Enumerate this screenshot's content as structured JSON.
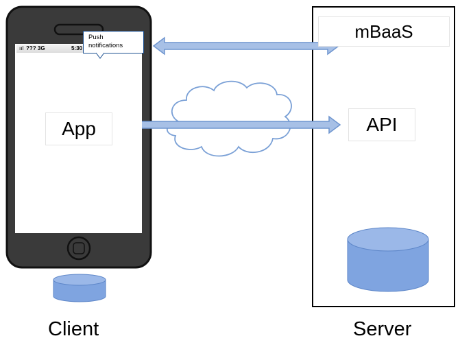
{
  "phone": {
    "status_signal": "ııl",
    "status_carrier": "??? 3G",
    "status_time": "5:30"
  },
  "push_callout": {
    "line1": "Push",
    "line2": "notifications"
  },
  "labels": {
    "app": "App",
    "mbaas": "mBaaS",
    "api": "API",
    "client": "Client",
    "server": "Server"
  },
  "colors": {
    "phone_body": "#3a3a3a",
    "arrow_fill": "#a7c0e6",
    "arrow_stroke": "#6f95cf",
    "database": "#7fa4e0",
    "cloud_stroke": "#7aa0d6",
    "server_frame": "#000000"
  }
}
